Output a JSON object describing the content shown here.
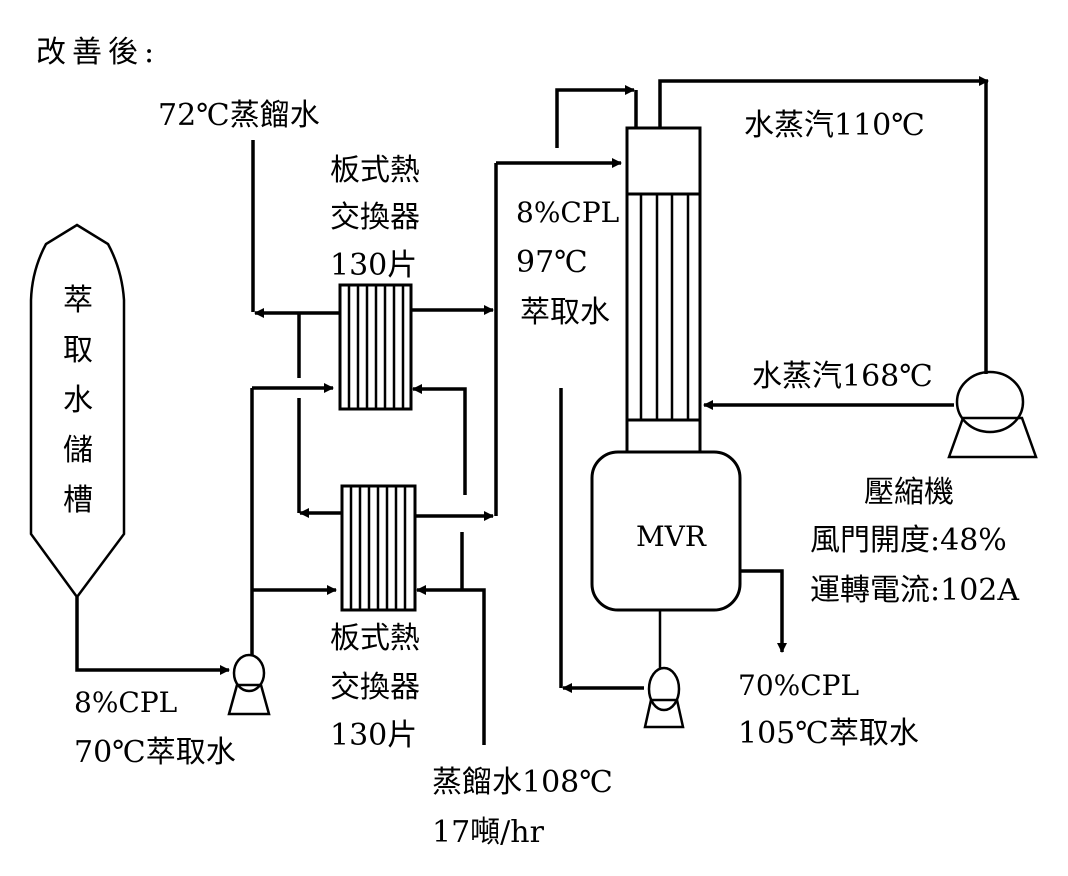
{
  "title": "改善後:",
  "tank": {
    "label_chars": [
      "萃",
      "取",
      "水",
      "儲",
      "槽"
    ]
  },
  "feed": {
    "line1": "8%CPL",
    "line2": "70℃萃取水"
  },
  "distilled_in": {
    "label": "72℃蒸餾水"
  },
  "hx_top": {
    "line1": "板式熱",
    "line2": "交換器",
    "line3": "130片"
  },
  "hx_bottom": {
    "line1": "板式熱",
    "line2": "交換器",
    "line3": "130片"
  },
  "distilled_out": {
    "line1": "蒸餾水108℃",
    "line2": "17噸/hr"
  },
  "preheated": {
    "line1": "8%CPL",
    "line2": "97℃",
    "line3": "萃取水"
  },
  "evaporator": {
    "label": "MVR"
  },
  "steam_out": {
    "label": "水蒸汽110℃"
  },
  "steam_in": {
    "label": "水蒸汽168℃"
  },
  "compressor": {
    "name": "壓縮機",
    "damper": "風門開度:48%",
    "current": "運轉電流:102A"
  },
  "product": {
    "line1": "70%CPL",
    "line2": "105℃萃取水"
  }
}
